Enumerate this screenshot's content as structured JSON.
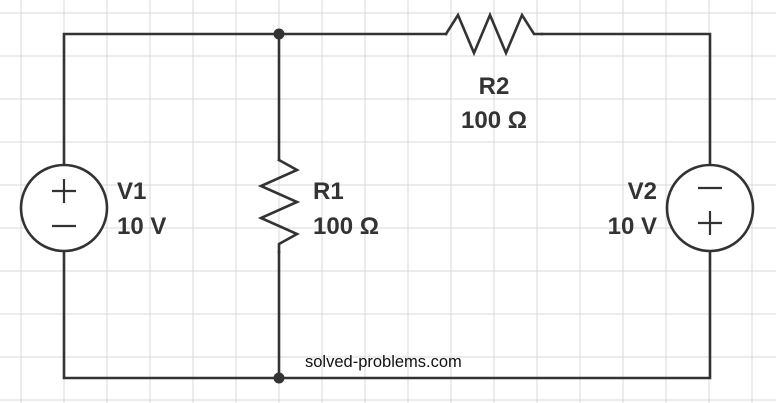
{
  "sources": {
    "v1": {
      "name": "V1",
      "value": "10 V"
    },
    "v2": {
      "name": "V2",
      "value": "10 V"
    }
  },
  "resistors": {
    "r1": {
      "name": "R1",
      "value": "100 Ω"
    },
    "r2": {
      "name": "R2",
      "value": "100 Ω"
    }
  },
  "watermark": "solved-problems.com",
  "colors": {
    "line": "#333333",
    "grid": "#d9d9d9",
    "background": "#ffffff"
  }
}
